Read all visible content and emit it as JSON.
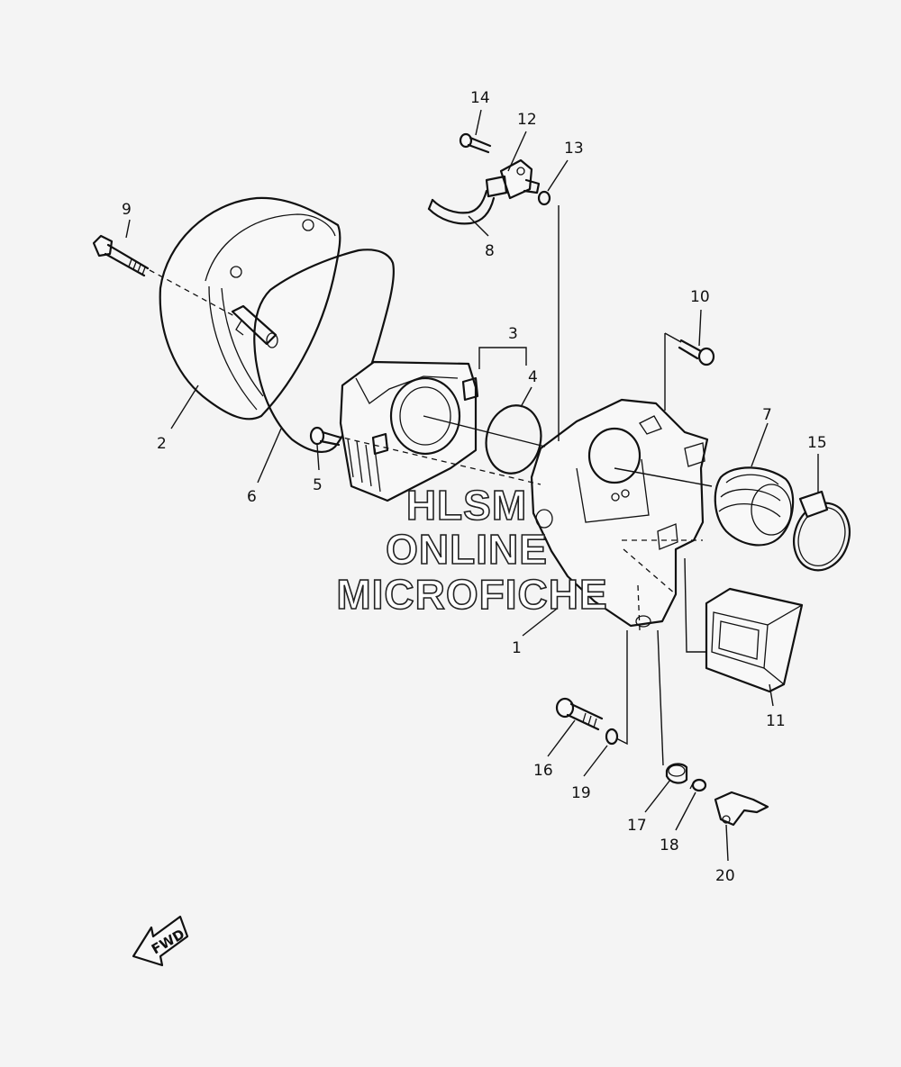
{
  "callouts": [
    {
      "id": "1",
      "label": "1"
    },
    {
      "id": "2",
      "label": "2"
    },
    {
      "id": "3",
      "label": "3"
    },
    {
      "id": "4",
      "label": "4"
    },
    {
      "id": "5",
      "label": "5"
    },
    {
      "id": "6",
      "label": "6"
    },
    {
      "id": "7",
      "label": "7"
    },
    {
      "id": "8",
      "label": "8"
    },
    {
      "id": "9",
      "label": "9"
    },
    {
      "id": "10",
      "label": "10"
    },
    {
      "id": "11",
      "label": "11"
    },
    {
      "id": "12",
      "label": "12"
    },
    {
      "id": "13",
      "label": "13"
    },
    {
      "id": "14",
      "label": "14"
    },
    {
      "id": "15",
      "label": "15"
    },
    {
      "id": "16",
      "label": "16"
    },
    {
      "id": "17",
      "label": "17"
    },
    {
      "id": "18",
      "label": "18"
    },
    {
      "id": "19",
      "label": "19"
    },
    {
      "id": "20",
      "label": "20"
    }
  ],
  "watermark": {
    "line1": "HLSM",
    "line2": "ONLINE",
    "line3": "MICROFICHE"
  },
  "direction_badge": {
    "label": "FWD"
  },
  "colors": {
    "background": "#f4f4f4",
    "ink": "#111111"
  }
}
